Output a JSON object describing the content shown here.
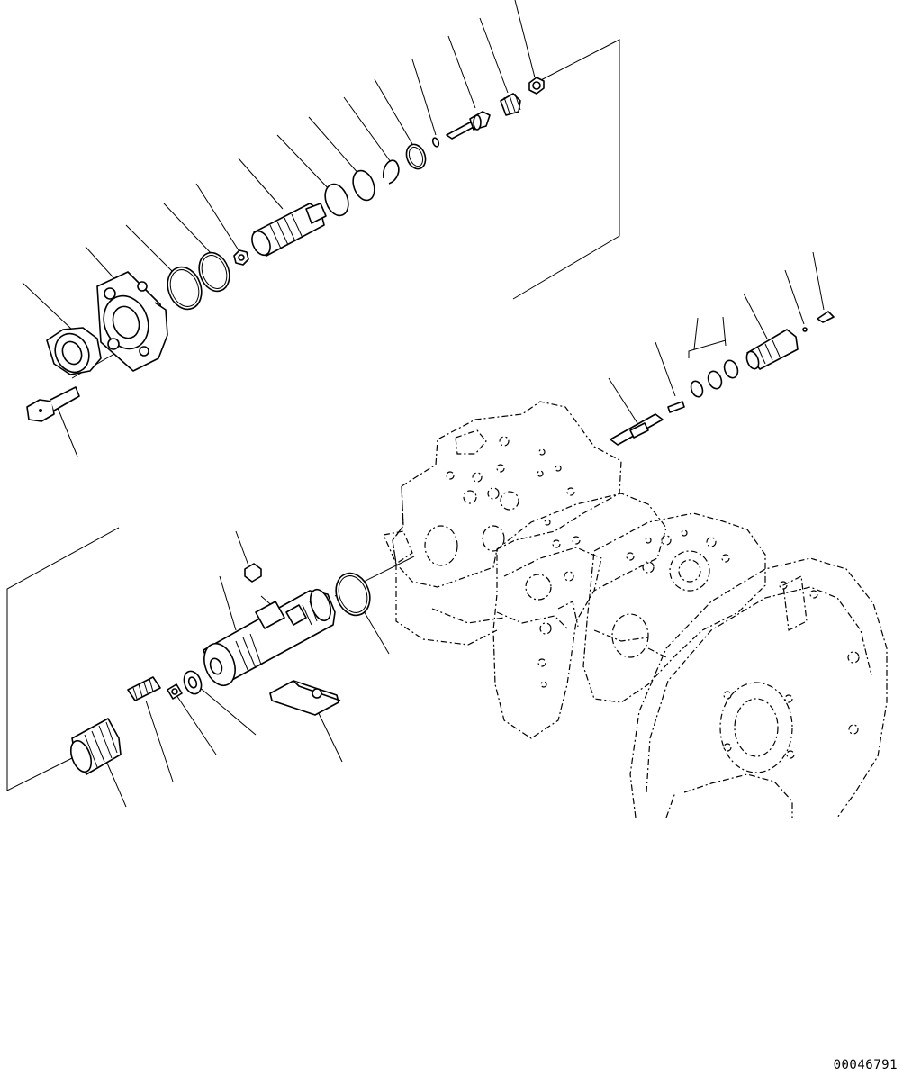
{
  "drawing": {
    "id_label": "00046791"
  },
  "parts": {
    "upper_group": [
      "nut",
      "flange",
      "bolt",
      "o-ring-1",
      "o-ring-2",
      "small-nut",
      "piston-sleeve",
      "o-ring-3",
      "o-ring-4",
      "snap-ring",
      "o-ring-5",
      "small-o-ring",
      "stem",
      "spring",
      "plug"
    ],
    "right_group": [
      "spool",
      "pin",
      "o-ring-a",
      "o-ring-b",
      "o-ring-c",
      "sleeve-plug",
      "small-ball",
      "cap"
    ],
    "lower_group": [
      "big-spring",
      "small-spring",
      "seat",
      "washer",
      "servo-piston",
      "small-plug",
      "o-ring-large",
      "lever-block"
    ]
  }
}
